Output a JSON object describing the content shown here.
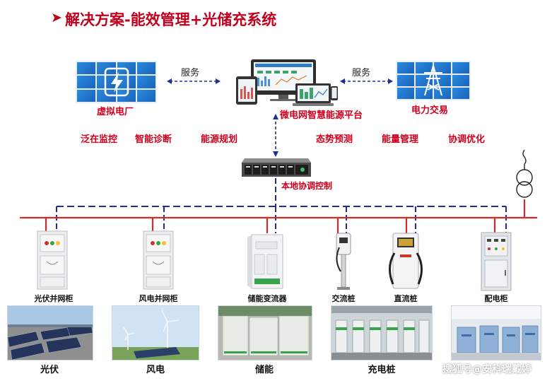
{
  "header": {
    "title": "解决方案-能效管理+光储充系统"
  },
  "top": {
    "left_panel_label": "虚拟电厂",
    "right_panel_label": "电力交易",
    "center_label": "微电网智慧能源平台",
    "service_left": "服务",
    "service_right": "服务",
    "local_control_label": "本地协调控制"
  },
  "features": [
    "泛在监控",
    "智能诊断",
    "能源规划",
    "态势预测",
    "能量管理",
    "协调优化"
  ],
  "devices": [
    {
      "label": "光伏并网柜"
    },
    {
      "label": "风电并网柜"
    },
    {
      "label": "储能变流器"
    },
    {
      "label": "交流桩"
    },
    {
      "label": "直流桩"
    },
    {
      "label": "配电柜"
    }
  ],
  "categories": [
    "光伏",
    "风电",
    "储能",
    "充电桩"
  ],
  "watermark": "搜狐号@安科瑞戴婷",
  "colors": {
    "accent_red": "#c0001c",
    "bus_red": "#d62a2a",
    "link_blue": "#1f2f9a",
    "tile_blue": "#1a63b8"
  },
  "icons": {
    "title_bullet": "arrow-right-icon",
    "left_panel": "lightning-icon",
    "right_panel": "power-tower-icon",
    "grid": "transformer-icon"
  }
}
